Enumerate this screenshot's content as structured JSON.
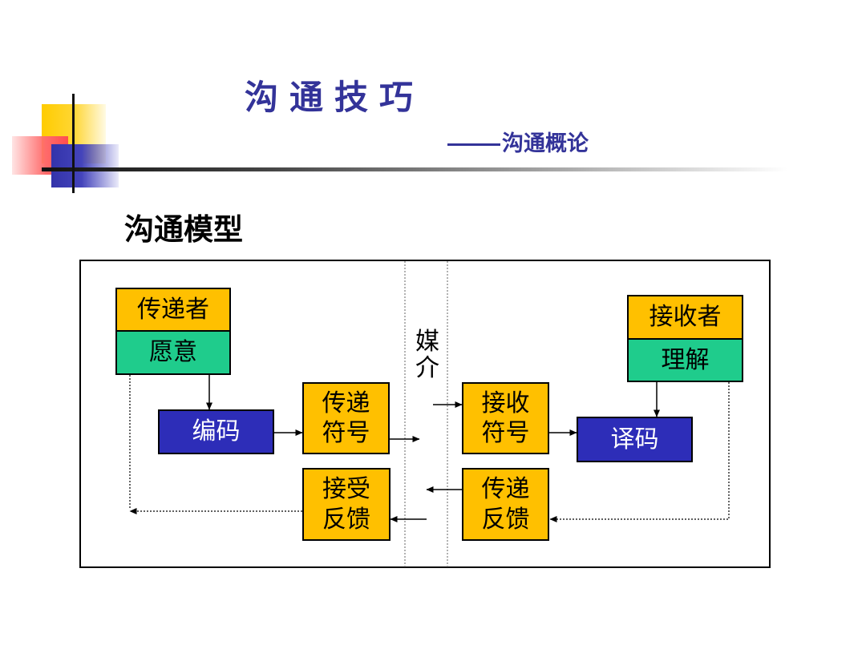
{
  "header": {
    "title": "沟通技巧",
    "subtitle": "沟通概论"
  },
  "section_title": "沟通模型",
  "diagram": {
    "sender": {
      "label": "传递者",
      "sub": "愿意"
    },
    "encode": "编码",
    "send_symbol": "传递符号",
    "medium": "媒介",
    "receive_symbol": "接收符号",
    "receiver": {
      "label": "接收者",
      "sub": "理解"
    },
    "decode": "译码",
    "feedback_send": "传递反馈",
    "feedback_receive": "接受反馈"
  },
  "colors": {
    "title_color": "#333399",
    "box_yellow": "#ffc000",
    "box_green": "#1fcc8c",
    "box_blue": "#2d2db8"
  }
}
